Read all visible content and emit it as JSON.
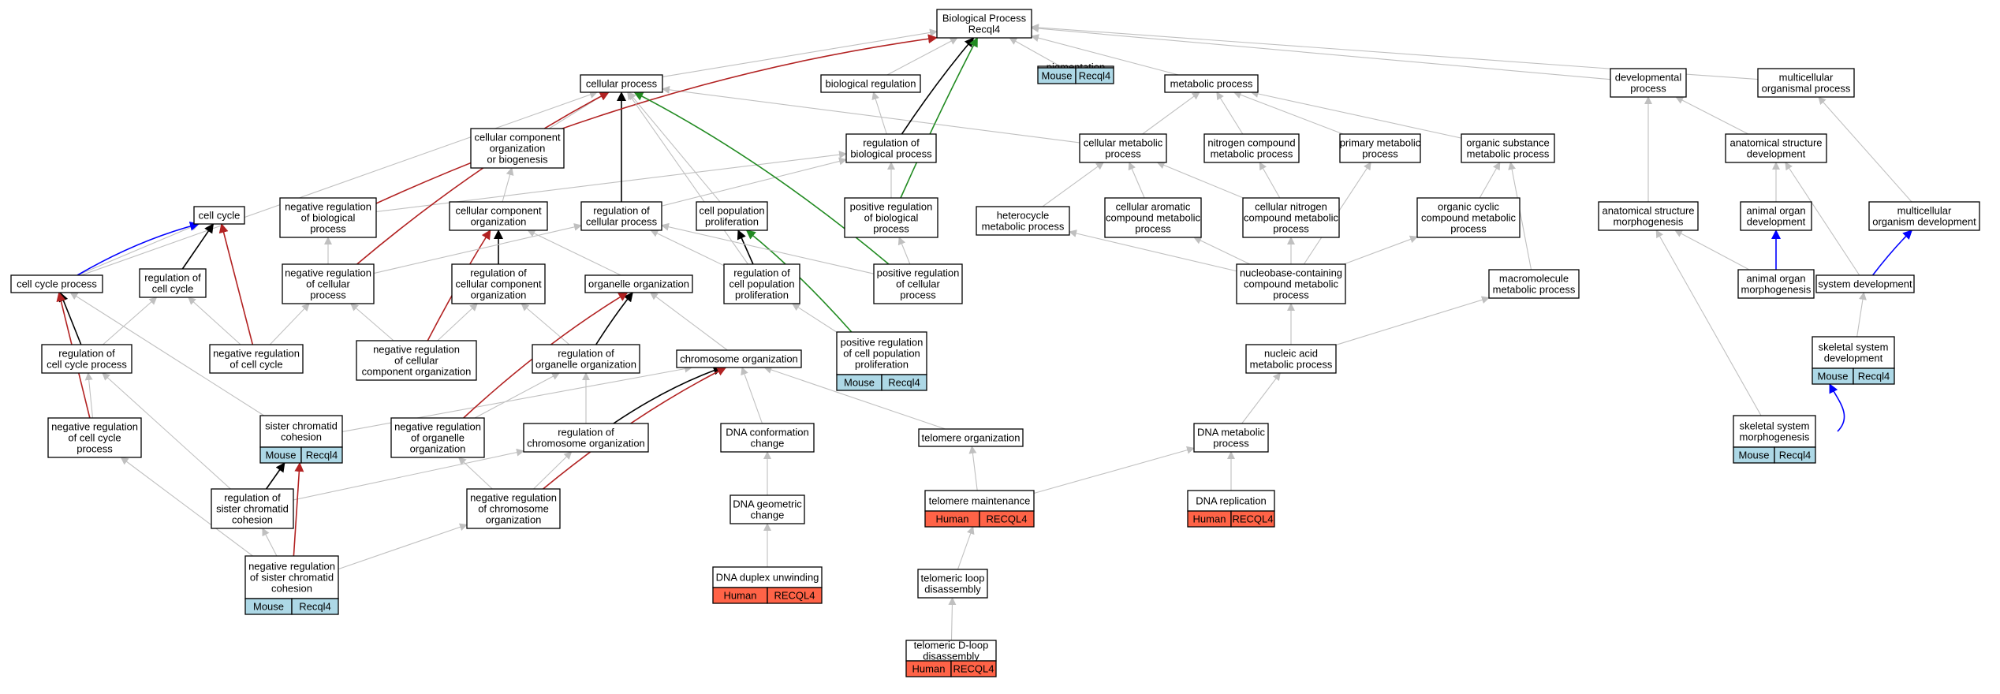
{
  "colors": {
    "gray": "#c0c0c0",
    "black": "#000000",
    "red": "#b22222",
    "green": "#228b22",
    "blue": "#0000ff",
    "mouse": "#add8e6",
    "human": "#ff6347"
  },
  "nodes": {
    "bp": {
      "lines": [
        "Biological Process",
        "Recql4"
      ]
    },
    "cellular_process": {
      "lines": [
        "cellular process"
      ]
    },
    "biological_regulation": {
      "lines": [
        "biological regulation"
      ]
    },
    "pigmentation": {
      "lines": [
        "pigmentation"
      ],
      "tags": [
        "Mouse",
        "Recql4"
      ]
    },
    "metabolic_process": {
      "lines": [
        "metabolic process"
      ]
    },
    "developmental_process": {
      "lines": [
        "developmental",
        "process"
      ]
    },
    "multicellular_organismal_process": {
      "lines": [
        "multicellular",
        "organismal process"
      ]
    },
    "ccob": {
      "lines": [
        "cellular component",
        "organization",
        "or biogenesis"
      ]
    },
    "reg_bio_process": {
      "lines": [
        "regulation of",
        "biological process"
      ]
    },
    "cellular_metabolic": {
      "lines": [
        "cellular metabolic",
        "process"
      ]
    },
    "nitrogen_compound": {
      "lines": [
        "nitrogen compound",
        "metabolic process"
      ]
    },
    "primary_metabolic": {
      "lines": [
        "primary metabolic",
        "process"
      ]
    },
    "organic_substance": {
      "lines": [
        "organic substance",
        "metabolic process"
      ]
    },
    "anat_struct_dev": {
      "lines": [
        "anatomical structure",
        "development"
      ]
    },
    "cell_cycle": {
      "lines": [
        "cell cycle"
      ]
    },
    "neg_reg_bio": {
      "lines": [
        "negative regulation",
        "of biological",
        "process"
      ]
    },
    "cc_org": {
      "lines": [
        "cellular component",
        "organization"
      ]
    },
    "reg_cellular": {
      "lines": [
        "regulation of",
        "cellular process"
      ]
    },
    "cell_pop_prolif": {
      "lines": [
        "cell population",
        "proliferation"
      ]
    },
    "pos_reg_bio": {
      "lines": [
        "positive regulation",
        "of biological",
        "process"
      ]
    },
    "heterocycle": {
      "lines": [
        "heterocycle",
        "metabolic process"
      ]
    },
    "cell_aromatic": {
      "lines": [
        "cellular aromatic",
        "compound metabolic",
        "process"
      ]
    },
    "cell_nitrogen": {
      "lines": [
        "cellular nitrogen",
        "compound metabolic",
        "process"
      ]
    },
    "organic_cyclic": {
      "lines": [
        "organic cyclic",
        "compound metabolic",
        "process"
      ]
    },
    "anat_struct_morph": {
      "lines": [
        "anatomical structure",
        "morphogenesis"
      ]
    },
    "animal_organ_dev": {
      "lines": [
        "animal organ",
        "development"
      ]
    },
    "multicell_org_dev": {
      "lines": [
        "multicellular",
        "organism development"
      ]
    },
    "cell_cycle_process": {
      "lines": [
        "cell cycle process"
      ]
    },
    "reg_cell_cycle": {
      "lines": [
        "regulation of",
        "cell cycle"
      ]
    },
    "neg_reg_cellular": {
      "lines": [
        "negative regulation",
        "of cellular",
        "process"
      ]
    },
    "reg_cc_org": {
      "lines": [
        "regulation of",
        "cellular component",
        "organization"
      ]
    },
    "organelle_org": {
      "lines": [
        "organelle organization"
      ]
    },
    "reg_cell_pop": {
      "lines": [
        "regulation of",
        "cell population",
        "proliferation"
      ]
    },
    "pos_reg_cellular": {
      "lines": [
        "positive regulation",
        "of cellular",
        "process"
      ]
    },
    "nucleobase": {
      "lines": [
        "nucleobase-containing",
        "compound metabolic",
        "process"
      ]
    },
    "macromolecule": {
      "lines": [
        "macromolecule",
        "metabolic process"
      ]
    },
    "animal_organ_morph": {
      "lines": [
        "animal organ",
        "morphogenesis"
      ]
    },
    "system_dev": {
      "lines": [
        "system development"
      ]
    },
    "reg_cell_cycle_proc": {
      "lines": [
        "regulation of",
        "cell cycle process"
      ]
    },
    "neg_reg_cell_cycle": {
      "lines": [
        "negative regulation",
        "of cell cycle"
      ]
    },
    "neg_reg_cc_org": {
      "lines": [
        "negative regulation",
        "of cellular",
        "component organization"
      ]
    },
    "reg_organelle_org": {
      "lines": [
        "regulation of",
        "organelle organization"
      ]
    },
    "chromosome_org": {
      "lines": [
        "chromosome organization"
      ]
    },
    "pos_reg_cell_pop": {
      "lines": [
        "positive regulation",
        "of cell population",
        "proliferation"
      ],
      "tags": [
        "Mouse",
        "Recql4"
      ]
    },
    "nucleic_acid": {
      "lines": [
        "nucleic acid",
        "metabolic process"
      ]
    },
    "skeletal_sys_dev": {
      "lines": [
        "skeletal system",
        "development"
      ],
      "tags": [
        "Mouse",
        "Recql4"
      ]
    },
    "sister_cohesion": {
      "lines": [
        "sister chromatid",
        "cohesion"
      ],
      "tags": [
        "Mouse",
        "Recql4"
      ]
    },
    "neg_reg_cc_proc": {
      "lines": [
        "negative regulation",
        "of cell cycle",
        "process"
      ]
    },
    "neg_reg_organelle": {
      "lines": [
        "negative regulation",
        "of organelle",
        "organization"
      ]
    },
    "reg_chromosome_org": {
      "lines": [
        "regulation of",
        "chromosome organization"
      ]
    },
    "dna_conformation": {
      "lines": [
        "DNA conformation",
        "change"
      ]
    },
    "telomere_org": {
      "lines": [
        "telomere organization"
      ]
    },
    "dna_metabolic": {
      "lines": [
        "DNA metabolic",
        "process"
      ]
    },
    "skeletal_sys_morph": {
      "lines": [
        "skeletal system",
        "morphogenesis"
      ],
      "tags": [
        "Mouse",
        "Recql4"
      ]
    },
    "reg_sister": {
      "lines": [
        "regulation of",
        "sister chromatid",
        "cohesion"
      ]
    },
    "neg_reg_chromosome": {
      "lines": [
        "negative regulation",
        "of chromosome",
        "organization"
      ]
    },
    "dna_geometric": {
      "lines": [
        "DNA geometric",
        "change"
      ]
    },
    "telomere_maint": {
      "lines": [
        "telomere maintenance"
      ],
      "tags": [
        "Human",
        "RECQL4"
      ]
    },
    "dna_replication": {
      "lines": [
        "DNA replication"
      ],
      "tags": [
        "Human",
        "RECQL4"
      ]
    },
    "neg_reg_sister": {
      "lines": [
        "negative regulation",
        "of sister chromatid",
        "cohesion"
      ],
      "tags": [
        "Mouse",
        "Recql4"
      ]
    },
    "dna_duplex": {
      "lines": [
        "DNA duplex unwinding"
      ],
      "tags": [
        "Human",
        "RECQL4"
      ]
    },
    "telomeric_loop": {
      "lines": [
        "telomeric loop",
        "disassembly"
      ]
    },
    "telomeric_dloop": {
      "lines": [
        "telomeric D-loop",
        "disassembly"
      ],
      "tags": [
        "Human",
        "RECQL4"
      ]
    }
  },
  "edges": [
    [
      "cellular_process",
      "bp",
      "gray"
    ],
    [
      "biological_regulation",
      "bp",
      "gray"
    ],
    [
      "pigmentation",
      "bp",
      "gray"
    ],
    [
      "metabolic_process",
      "bp",
      "gray"
    ],
    [
      "developmental_process",
      "bp",
      "gray"
    ],
    [
      "multicellular_organismal_process",
      "bp",
      "gray"
    ],
    [
      "ccob",
      "cellular_process",
      "gray"
    ],
    [
      "reg_bio_process",
      "biological_regulation",
      "gray"
    ],
    [
      "cellular_metabolic",
      "cellular_process",
      "gray"
    ],
    [
      "cellular_metabolic",
      "metabolic_process",
      "gray"
    ],
    [
      "nitrogen_compound",
      "metabolic_process",
      "gray"
    ],
    [
      "primary_metabolic",
      "metabolic_process",
      "gray"
    ],
    [
      "organic_substance",
      "metabolic_process",
      "gray"
    ],
    [
      "anat_struct_dev",
      "developmental_process",
      "gray"
    ],
    [
      "cell_cycle_process",
      "cellular_process",
      "gray"
    ],
    [
      "neg_reg_bio",
      "reg_bio_process",
      "gray"
    ],
    [
      "cc_org",
      "ccob",
      "gray"
    ],
    [
      "reg_cellular",
      "reg_bio_process",
      "gray"
    ],
    [
      "cell_pop_prolif",
      "cellular_process",
      "gray"
    ],
    [
      "pos_reg_bio",
      "reg_bio_process",
      "gray"
    ],
    [
      "heterocycle",
      "cellular_metabolic",
      "gray"
    ],
    [
      "cell_aromatic",
      "cellular_metabolic",
      "gray"
    ],
    [
      "cell_nitrogen",
      "cellular_metabolic",
      "gray"
    ],
    [
      "cell_nitrogen",
      "nitrogen_compound",
      "gray"
    ],
    [
      "organic_cyclic",
      "organic_substance",
      "gray"
    ],
    [
      "macromolecule",
      "organic_substance",
      "gray"
    ],
    [
      "anat_struct_morph",
      "developmental_process",
      "gray"
    ],
    [
      "animal_organ_dev",
      "anat_struct_dev",
      "gray"
    ],
    [
      "multicell_org_dev",
      "multicellular_organismal_process",
      "gray"
    ],
    [
      "cell_cycle_process",
      "cell_cycle",
      "gray"
    ],
    [
      "reg_cell_cycle",
      "cell_cycle",
      "black"
    ],
    [
      "neg_reg_cellular",
      "neg_reg_bio",
      "gray"
    ],
    [
      "reg_cc_org",
      "cc_org",
      "black"
    ],
    [
      "organelle_org",
      "cc_org",
      "gray"
    ],
    [
      "reg_cell_pop",
      "cell_pop_prolif",
      "black"
    ],
    [
      "pos_reg_cellular",
      "pos_reg_bio",
      "gray"
    ],
    [
      "nucleobase",
      "heterocycle",
      "gray"
    ],
    [
      "nucleobase",
      "cell_aromatic",
      "gray"
    ],
    [
      "nucleobase",
      "cell_nitrogen",
      "gray"
    ],
    [
      "nucleobase",
      "organic_cyclic",
      "gray"
    ],
    [
      "nucleobase",
      "primary_metabolic",
      "gray"
    ],
    [
      "animal_organ_morph",
      "anat_struct_morph",
      "gray"
    ],
    [
      "animal_organ_morph",
      "animal_organ_dev",
      "blue"
    ],
    [
      "system_dev",
      "anat_struct_dev",
      "gray"
    ],
    [
      "system_dev",
      "multicell_org_dev",
      "blue"
    ],
    [
      "reg_cell_cycle_proc",
      "reg_cell_cycle",
      "gray"
    ],
    [
      "neg_reg_cell_cycle",
      "reg_cell_cycle",
      "gray"
    ],
    [
      "neg_reg_cell_cycle",
      "neg_reg_cellular",
      "gray"
    ],
    [
      "neg_reg_cc_org",
      "reg_cc_org",
      "gray"
    ],
    [
      "neg_reg_cc_org",
      "neg_reg_cellular",
      "gray"
    ],
    [
      "reg_organelle_org",
      "reg_cc_org",
      "gray"
    ],
    [
      "chromosome_org",
      "organelle_org",
      "gray"
    ],
    [
      "reg_cell_pop",
      "reg_cellular",
      "gray"
    ],
    [
      "pos_reg_cell_pop",
      "reg_cell_pop",
      "gray"
    ],
    [
      "nucleic_acid",
      "nucleobase",
      "gray"
    ],
    [
      "nucleic_acid",
      "macromolecule",
      "gray"
    ],
    [
      "skeletal_sys_dev",
      "system_dev",
      "gray"
    ],
    [
      "sister_cohesion",
      "cell_cycle_process",
      "gray"
    ],
    [
      "sister_cohesion",
      "chromosome_org",
      "gray"
    ],
    [
      "neg_reg_cc_proc",
      "reg_cell_cycle_proc",
      "gray"
    ],
    [
      "neg_reg_organelle",
      "reg_organelle_org",
      "gray"
    ],
    [
      "reg_chromosome_org",
      "reg_organelle_org",
      "gray"
    ],
    [
      "dna_conformation",
      "chromosome_org",
      "gray"
    ],
    [
      "telomere_org",
      "chromosome_org",
      "gray"
    ],
    [
      "dna_metabolic",
      "nucleic_acid",
      "gray"
    ],
    [
      "reg_sister",
      "reg_cell_cycle_proc",
      "gray"
    ],
    [
      "reg_sister",
      "reg_chromosome_org",
      "gray"
    ],
    [
      "neg_reg_chromosome",
      "reg_chromosome_org",
      "gray"
    ],
    [
      "neg_reg_chromosome",
      "neg_reg_organelle",
      "gray"
    ],
    [
      "dna_geometric",
      "dna_conformation",
      "gray"
    ],
    [
      "telomere_maint",
      "telomere_org",
      "gray"
    ],
    [
      "telomere_maint",
      "dna_metabolic",
      "gray"
    ],
    [
      "dna_replication",
      "dna_metabolic",
      "gray"
    ],
    [
      "neg_reg_sister",
      "reg_sister",
      "gray"
    ],
    [
      "neg_reg_sister",
      "neg_reg_cc_proc",
      "gray"
    ],
    [
      "neg_reg_sister",
      "neg_reg_chromosome",
      "gray"
    ],
    [
      "dna_duplex",
      "dna_geometric",
      "gray"
    ],
    [
      "telomeric_loop",
      "telomere_maint",
      "gray"
    ],
    [
      "telomeric_dloop",
      "telomeric_loop",
      "gray"
    ],
    [
      "reg_bio_process",
      "bp",
      "black"
    ],
    [
      "reg_cellular",
      "cellular_process",
      "black"
    ],
    [
      "cell_cycle_process",
      "cell_cycle",
      "blue"
    ],
    [
      "reg_cell_cycle_proc",
      "cell_cycle_process",
      "black"
    ],
    [
      "reg_chromosome_org",
      "chromosome_org",
      "black"
    ],
    [
      "reg_organelle_org",
      "organelle_org",
      "black"
    ],
    [
      "neg_reg_bio",
      "bp",
      "red"
    ],
    [
      "neg_reg_cellular",
      "cellular_process",
      "red"
    ],
    [
      "neg_reg_cell_cycle",
      "cell_cycle",
      "red"
    ],
    [
      "neg_reg_cc_proc",
      "cell_cycle_process",
      "red"
    ],
    [
      "neg_reg_cc_org",
      "cc_org",
      "red"
    ],
    [
      "neg_reg_organelle",
      "organelle_org",
      "red"
    ],
    [
      "neg_reg_chromosome",
      "chromosome_org",
      "red"
    ],
    [
      "neg_reg_sister",
      "sister_cohesion",
      "red"
    ],
    [
      "pos_reg_bio",
      "bp",
      "green"
    ],
    [
      "pos_reg_cellular",
      "cellular_process",
      "green"
    ],
    [
      "pos_reg_cell_pop",
      "cell_pop_prolif",
      "green"
    ],
    [
      "skeletal_sys_morph",
      "skeletal_sys_dev",
      "blue"
    ],
    [
      "skeletal_sys_morph",
      "anat_struct_morph",
      "gray"
    ],
    [
      "reg_sister",
      "sister_cohesion",
      "black"
    ],
    [
      "reg_cell_pop",
      "cellular_process",
      "gray"
    ],
    [
      "pos_reg_cellular",
      "reg_cellular",
      "gray"
    ],
    [
      "neg_reg_cellular",
      "reg_cellular",
      "gray"
    ]
  ]
}
